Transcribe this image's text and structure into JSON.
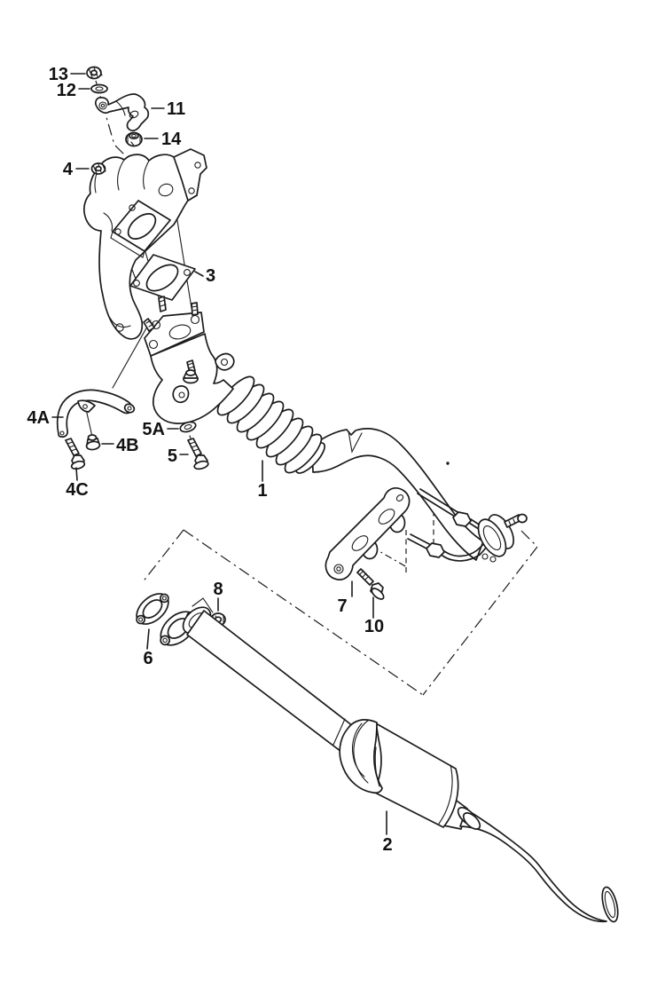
{
  "diagram": {
    "background": "#ffffff",
    "line_color": "#1b1b1b",
    "callouts": {
      "n13": "13",
      "n12": "12",
      "n11": "11",
      "n14": "14",
      "n4": "4",
      "n3": "3",
      "n4a": "4A",
      "n4b": "4B",
      "n4c": "4C",
      "n5a": "5A",
      "n5": "5",
      "n1": "1",
      "n7": "7",
      "n10": "10",
      "n8": "8",
      "n6": "6",
      "n2": "2"
    }
  }
}
